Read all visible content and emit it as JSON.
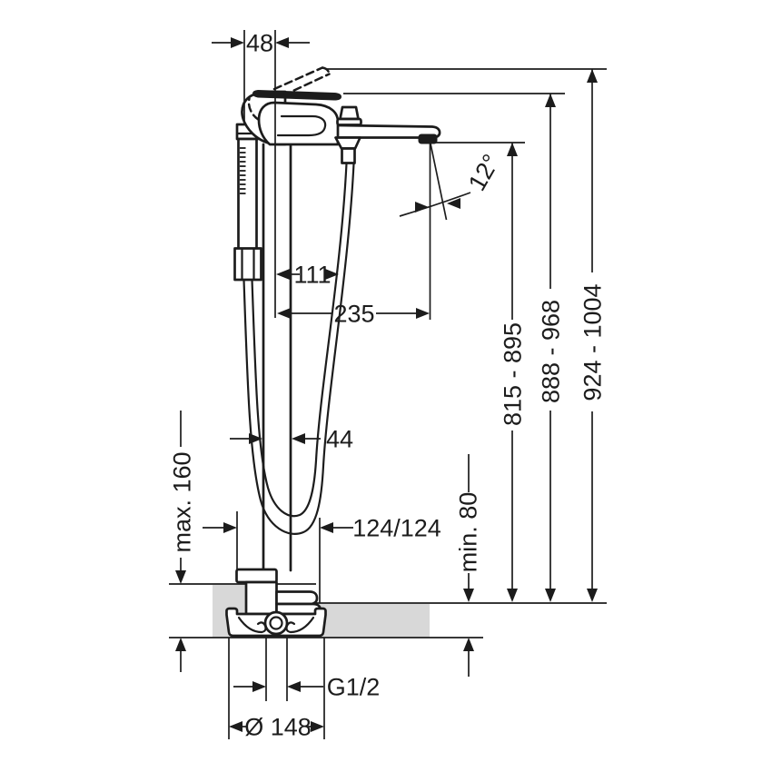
{
  "drawing": {
    "type": "technical installation drawing, freestanding bath mixer with hand shower",
    "colors": {
      "line": "#1c1c1c",
      "floor_fill": "#d8d8d8",
      "background": "#ffffff"
    },
    "labels": {
      "handle_offset": "48",
      "spout_angle": "12°",
      "hose_offset": "111",
      "spout_reach": "235",
      "riser_width": "44",
      "spout_height": "815 - 895",
      "handle_height": "888 - 968",
      "handle_raised_height": "924 - 1004",
      "floor_buildup_max": "max. 160",
      "floor_buildup_min": "min. 80",
      "hose_loop": "124/124",
      "connection_thread": "G1/2",
      "base_diameter": "Ø 148"
    }
  }
}
